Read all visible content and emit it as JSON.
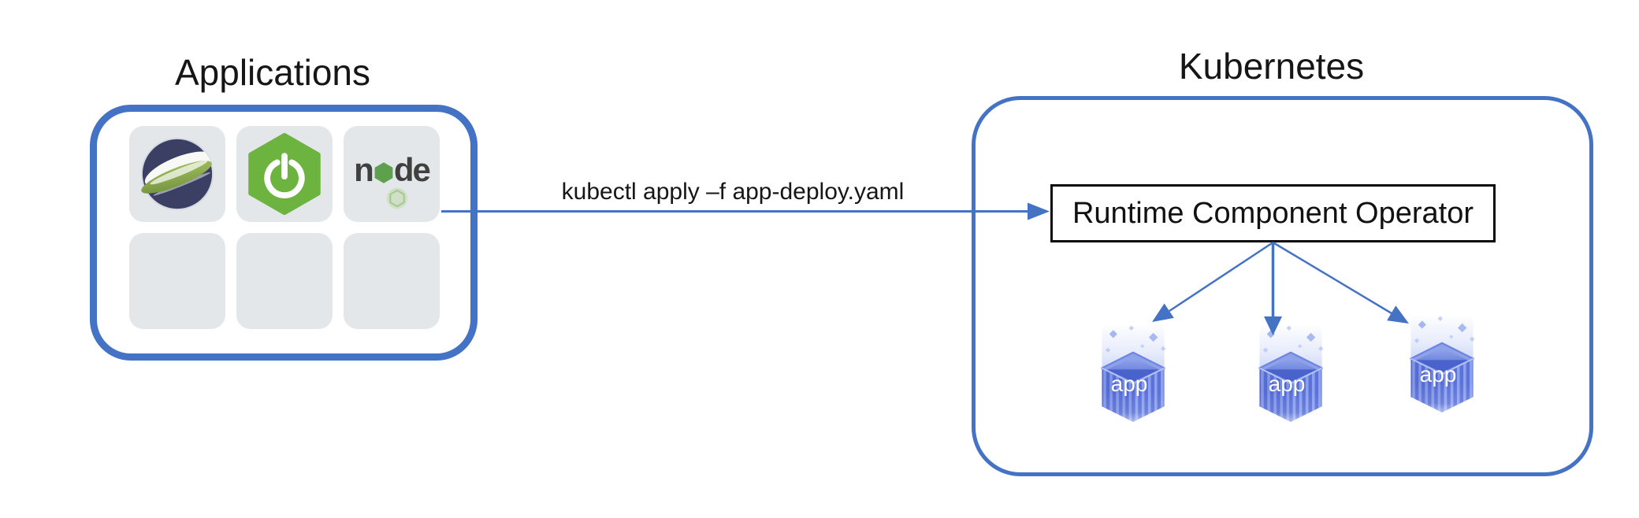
{
  "applications": {
    "title": "Applications",
    "tiles": [
      {
        "icon": "open-liberty-logo"
      },
      {
        "icon": "spring-boot-logo"
      },
      {
        "icon": "nodejs-logo",
        "wordmark": {
          "left": "n",
          "right": "de"
        }
      },
      {
        "icon": "empty-tile"
      },
      {
        "icon": "empty-tile"
      },
      {
        "icon": "empty-tile"
      }
    ]
  },
  "connector": {
    "label": "kubectl apply –f app-deploy.yaml"
  },
  "kubernetes": {
    "title": "Kubernetes",
    "operator": {
      "label": "Runtime Component Operator"
    },
    "apps": [
      {
        "label": "app",
        "icon": "app-container-cube"
      },
      {
        "label": "app",
        "icon": "app-container-cube"
      },
      {
        "label": "app",
        "icon": "app-container-cube"
      }
    ]
  },
  "colors": {
    "accent_blue": "#4472C4",
    "tile_gray": "#E3E7E9",
    "spring_green": "#6DB33F",
    "node_green": "#5FA04E",
    "liberty_navy": "#3A3F63",
    "cube_blue": "#5B72D8",
    "operator_border": "#0A0A0A"
  }
}
